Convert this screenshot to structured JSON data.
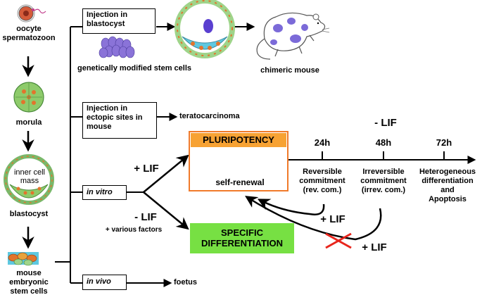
{
  "left_column": {
    "oocyte": "oocyte",
    "spermatozoon": "spermatozoon",
    "morula": "morula",
    "inner_cell_mass": "inner cell mass",
    "blastocyst": "blastocyst",
    "mouse_es_cells": [
      "mouse",
      "embryonic",
      "stem cells"
    ]
  },
  "branches": {
    "injection_blastocyst": [
      "Injection in",
      "blastocyst"
    ],
    "gm_stem_cells": "genetically modified stem cells",
    "chimeric_mouse": "chimeric mouse",
    "injection_ectopic": [
      "Injection in",
      "ectopic sites in",
      "mouse"
    ],
    "teratocarcinoma": "teratocarcinoma",
    "in_vitro": "in vitro",
    "in_vivo": "in vivo",
    "foetus": "foetus"
  },
  "in_vitro_paths": {
    "plus_lif": "+ LIF",
    "minus_lif": "- LIF",
    "various_factors": "+ various factors",
    "pluripotency": "PLURIPOTENCY",
    "self_renewal": "self-renewal",
    "specific_differentiation": [
      "SPECIFIC",
      "DIFFERENTIATION"
    ]
  },
  "timeline": {
    "minus_lif": "- LIF",
    "ticks": [
      "24h",
      "48h",
      "72h"
    ],
    "stage_24h": [
      "Reversible",
      "commitment",
      "(rev. com.)"
    ],
    "stage_48h": [
      "Irreversible",
      "commitment",
      "(irrev. com.)"
    ],
    "stage_72h": [
      "Heterogeneous",
      "differentiation",
      "and",
      "Apoptosis"
    ],
    "return_24h": "+ LIF",
    "return_48h": "+ LIF"
  },
  "colors": {
    "pluripotency_border": "#f07a2a",
    "pluripotency_fill": "#f7a233",
    "differentiation_fill": "#77e043",
    "cell_green": "#9fd48a",
    "cell_orange": "#e2742c",
    "cell_blue": "#5ec8e0",
    "gm_cells_purple": "#8a73d8",
    "block_cross": "#e8251c"
  }
}
